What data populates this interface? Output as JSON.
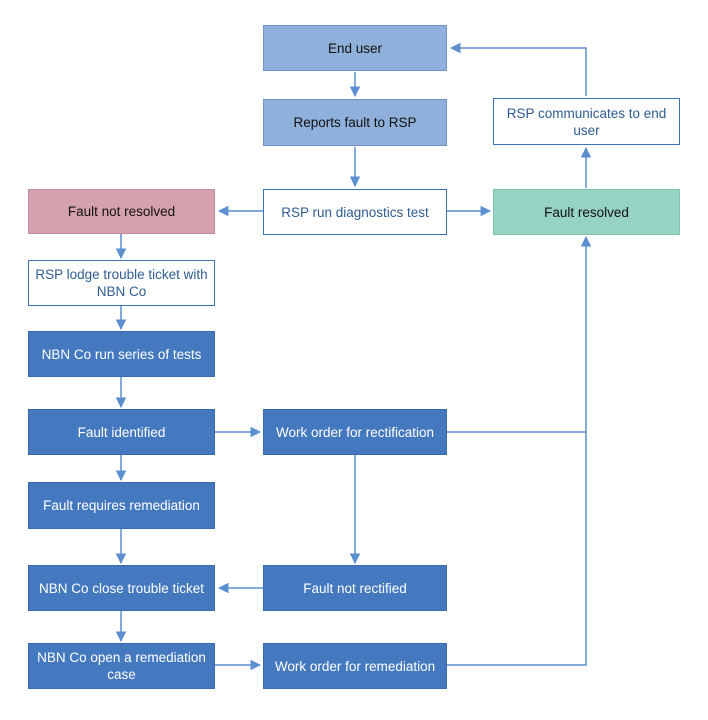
{
  "nodes": {
    "end_user": "End user",
    "reports_fault": "Reports fault to RSP",
    "rsp_communicates": "RSP communicates to end user",
    "fault_not_resolved": "Fault not resolved",
    "rsp_diagnostics": "RSP run diagnostics test",
    "fault_resolved": "Fault resolved",
    "rsp_lodge_ticket": "RSP lodge trouble ticket with NBN Co",
    "nbn_tests": "NBN Co run series of tests",
    "fault_identified": "Fault identified",
    "work_order_rectification": "Work order for rectification",
    "fault_requires_remediation": "Fault requires remediation",
    "nbn_close_ticket": "NBN Co close trouble ticket",
    "fault_not_rectified": "Fault not rectified",
    "nbn_open_case": "NBN Co open a remediation case",
    "work_order_remediation": "Work order for remediation"
  },
  "colors": {
    "line": "#5b8fd0",
    "outline_box_border": "#3d72b4",
    "light_blue": "#8eb0db",
    "dark_blue": "#4479c0",
    "pink": "#d6a1ae",
    "teal": "#96d3c4"
  }
}
